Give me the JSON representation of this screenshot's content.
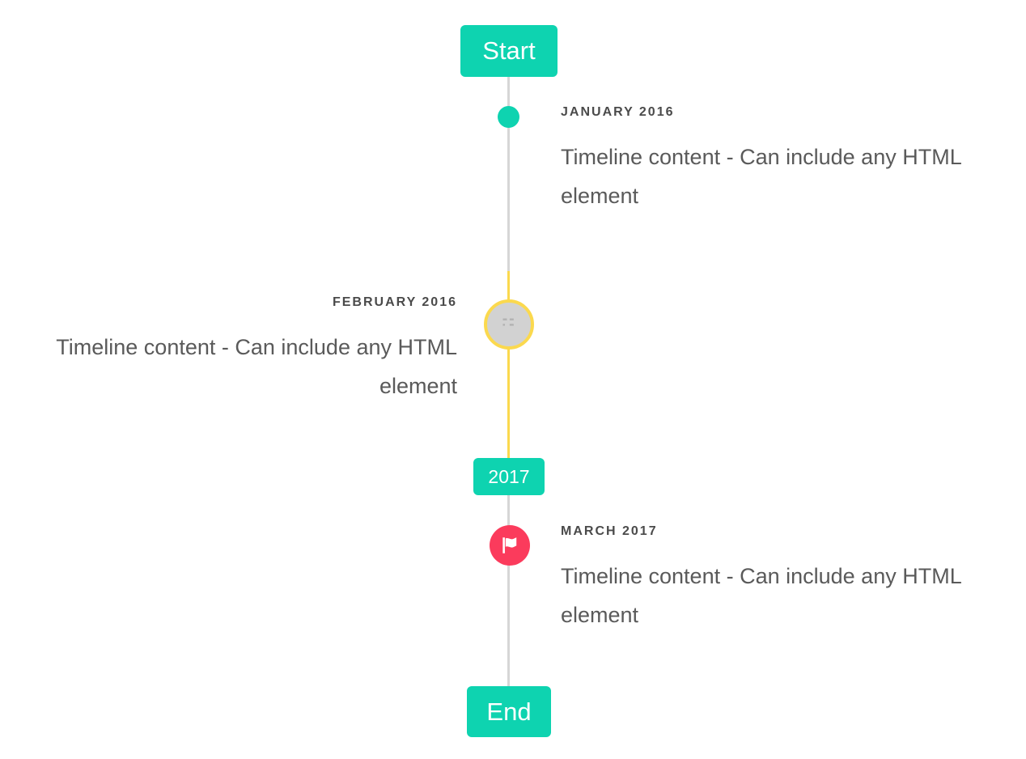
{
  "timeline": {
    "axis_color": "#d6d6d6",
    "accent_color": "#fbd94e",
    "chip_color": "#0ed3b0",
    "flag_marker_color": "#fb3b5c",
    "dot_marker_color": "#0ed3b0",
    "start_chip": {
      "label": "Start"
    },
    "middle_chip": {
      "label": "2017"
    },
    "end_chip": {
      "label": "End"
    },
    "entries": [
      {
        "date": "JANUARY 2016",
        "body": "Timeline content - Can include any HTML element",
        "side": "right",
        "marker": "dot-marker"
      },
      {
        "date": "FEBRUARY 2016",
        "body": "Timeline content - Can include any HTML element",
        "side": "left",
        "marker": "broken-image-icon"
      },
      {
        "date": "MARCH 2017",
        "body": "Timeline content - Can include any HTML element",
        "side": "right",
        "marker": "flag-icon"
      }
    ]
  }
}
